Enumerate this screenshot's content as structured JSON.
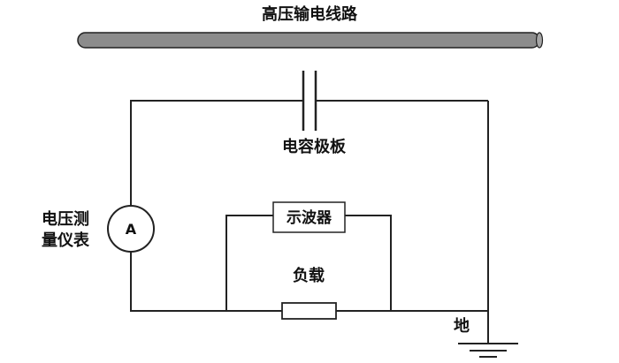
{
  "labels": {
    "power_line": "高压输电线路",
    "capacitor_plate": "电容极板",
    "meter_line1": "电压测",
    "meter_line2": "量仪表",
    "meter_symbol": "A",
    "oscilloscope": "示波器",
    "load": "负载",
    "ground": "地"
  },
  "colors": {
    "conductor_fill": "#8c8c8c",
    "wire": "#222222",
    "text": "#111111"
  }
}
